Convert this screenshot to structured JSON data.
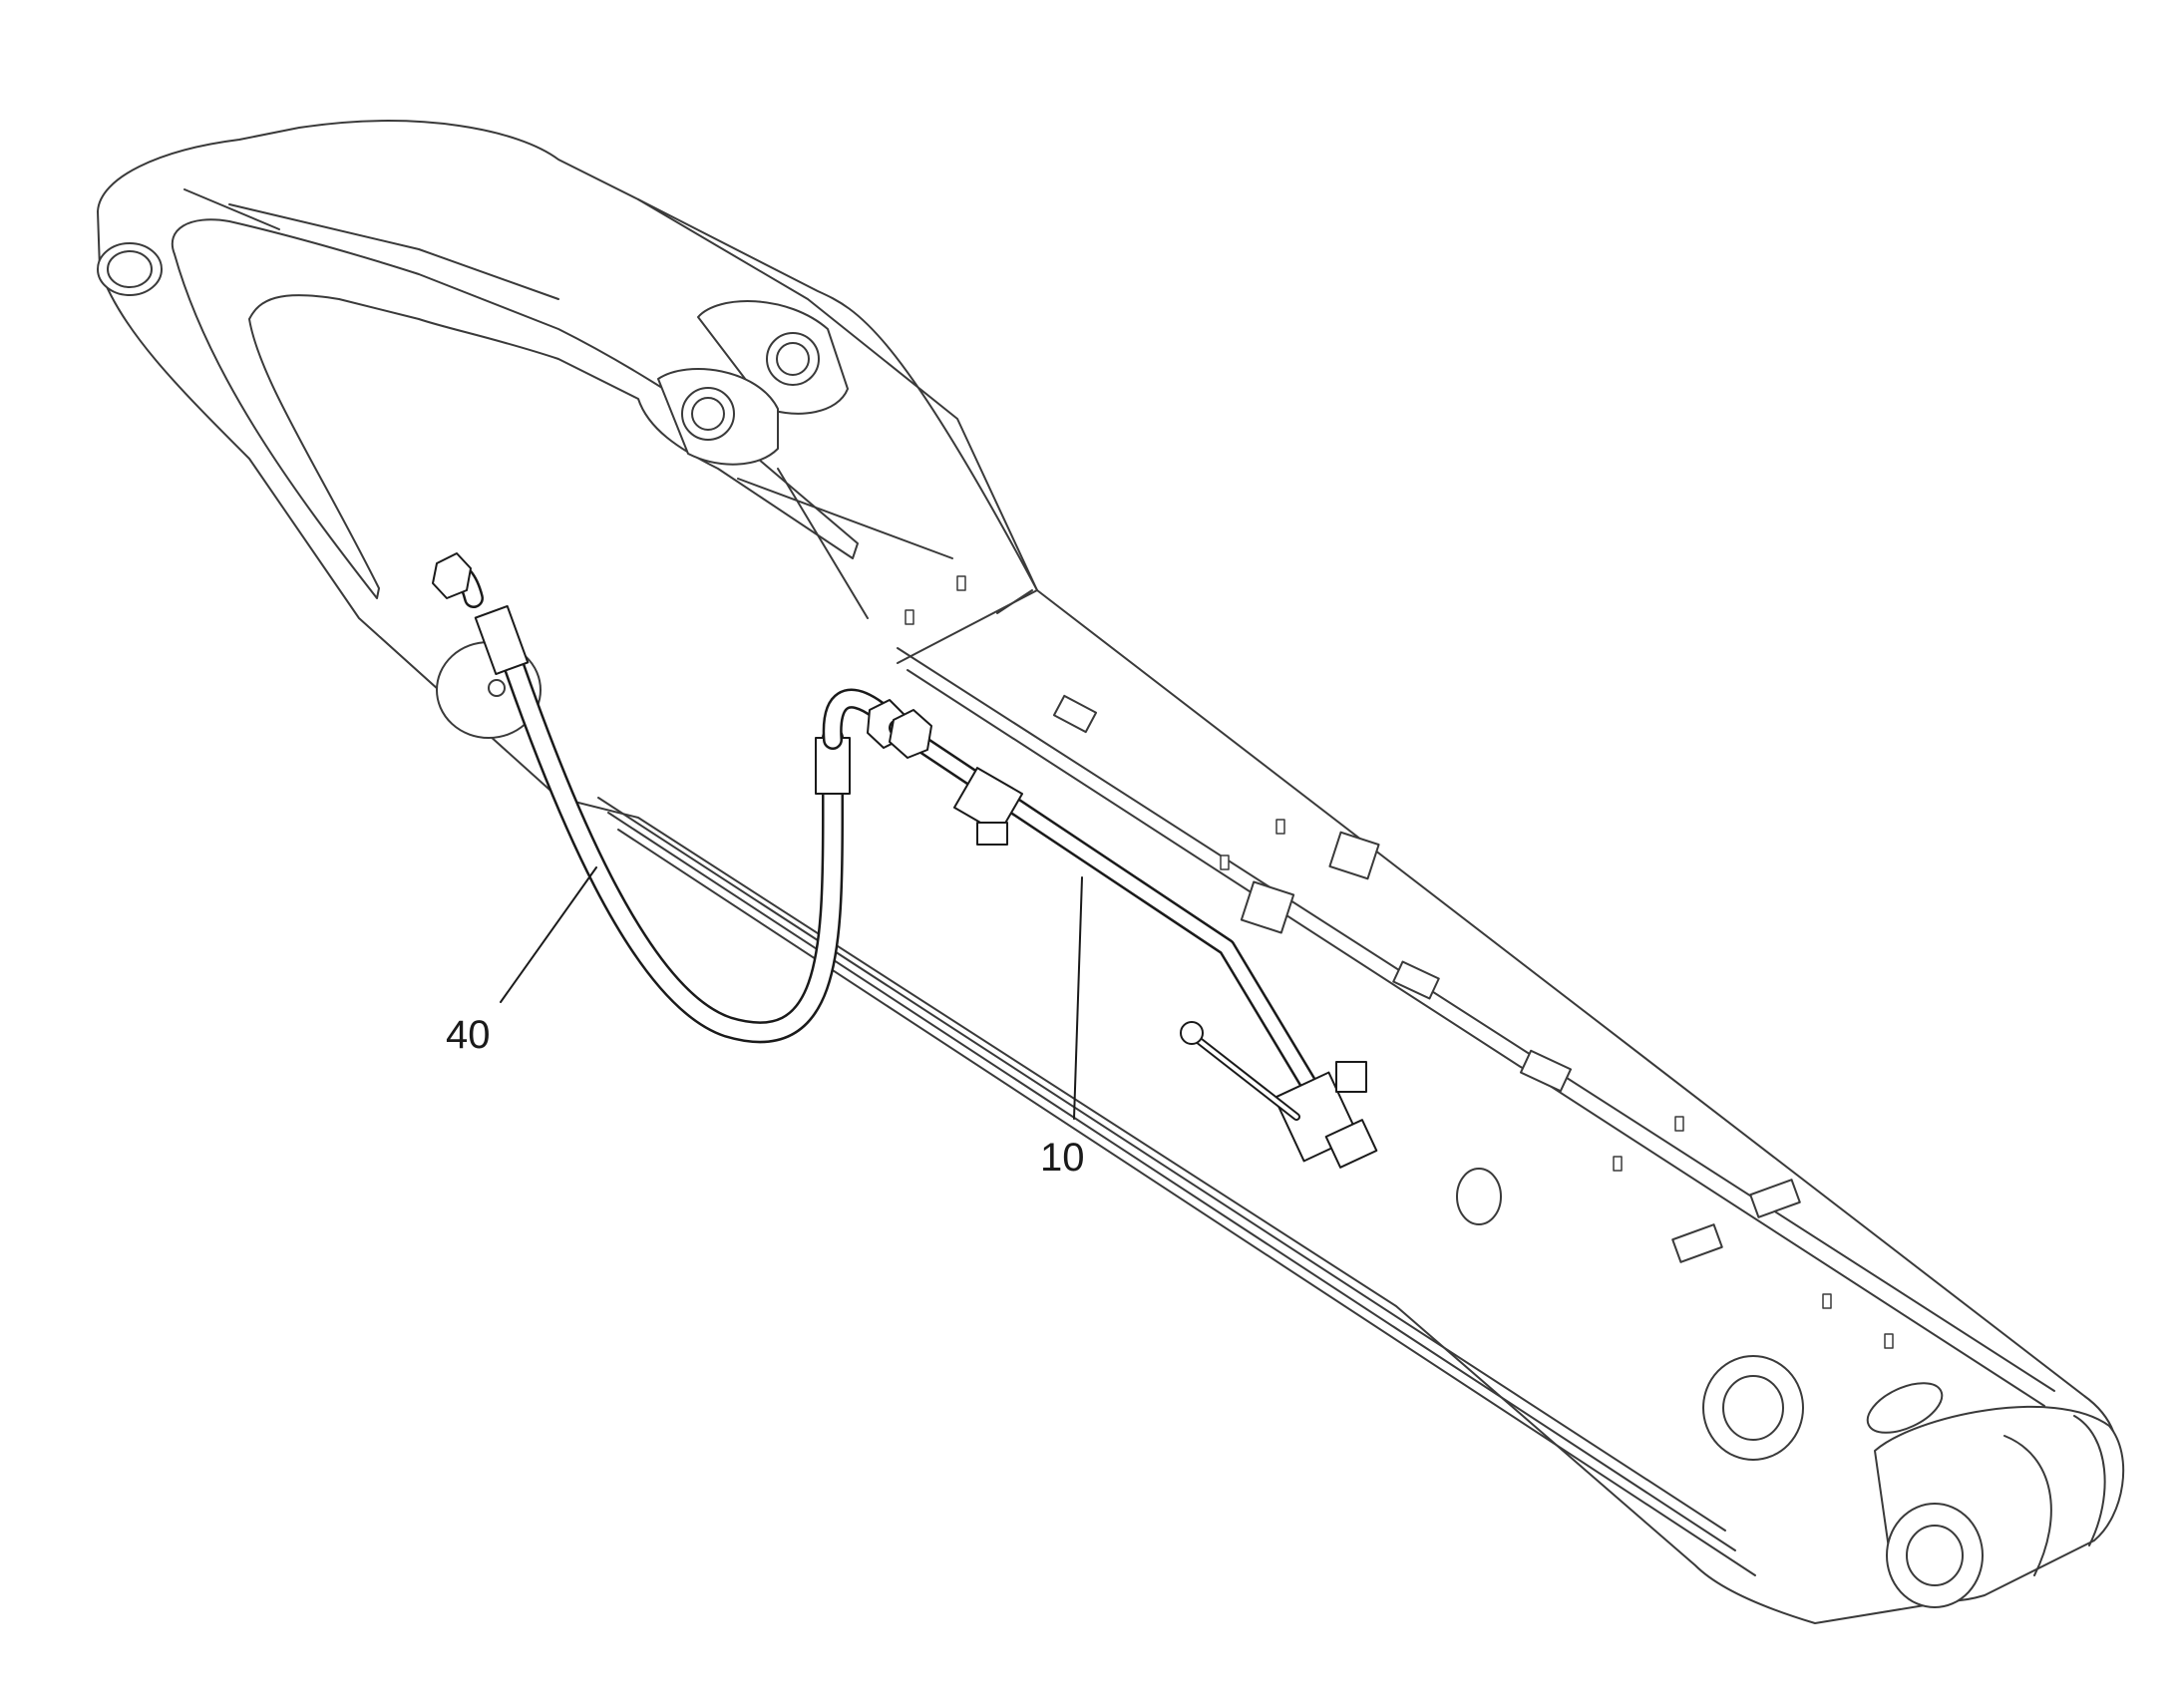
{
  "colors": {
    "outline": "#3a3a3a",
    "fill": "#ffffff",
    "hardware": "#1a1a1a"
  },
  "callouts": [
    {
      "label": "40",
      "part": "hose-assembly"
    },
    {
      "label": "10",
      "part": "tube-with-ball-valve"
    }
  ]
}
